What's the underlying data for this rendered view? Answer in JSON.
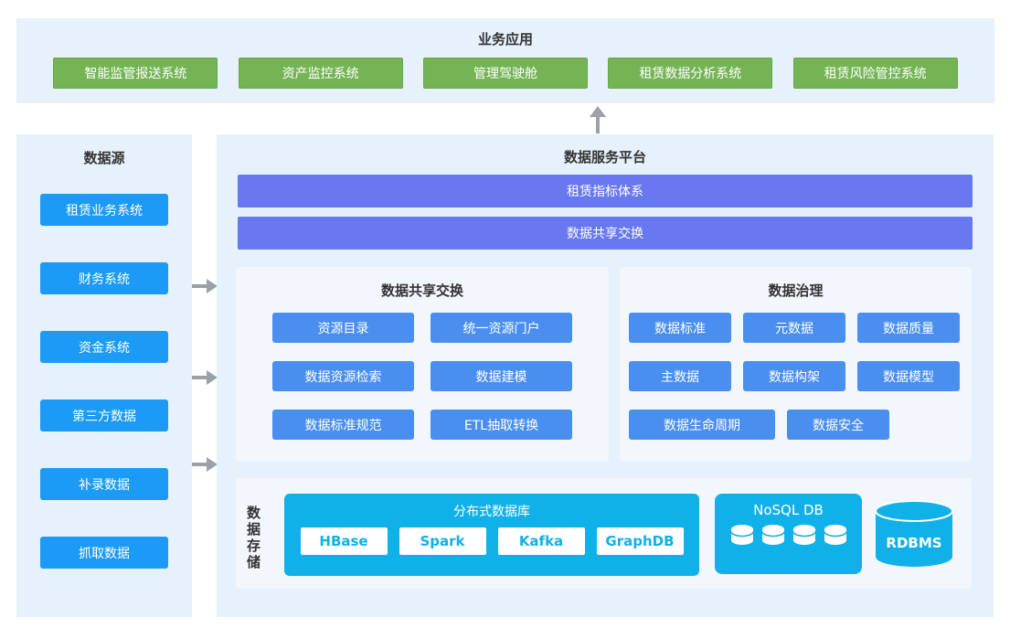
{
  "business_apps": {
    "title": "业务应用",
    "items": [
      "智能监管报送系统",
      "资产监控系统",
      "管理驾驶舱",
      "租赁数据分析系统",
      "租赁风险管控系统"
    ]
  },
  "data_sources": {
    "title": "数据源",
    "items": [
      "租赁业务系统",
      "财务系统",
      "资金系统",
      "第三方数据",
      "补录数据",
      "抓取数据"
    ]
  },
  "platform": {
    "title": "数据服务平台",
    "bars": [
      "租赁指标体系",
      "数据共享交换"
    ],
    "sharing": {
      "title": "数据共享交换",
      "items": [
        "资源目录",
        "统一资源门户",
        "数据资源检索",
        "数据建模",
        "数据标准规范",
        "ETL抽取转换"
      ]
    },
    "governance": {
      "title": "数据治理",
      "rows": [
        [
          "数据标准",
          "元数据",
          "数据质量"
        ],
        [
          "主数据",
          "数据构架",
          "数据模型"
        ],
        [
          "数据生命周期",
          "数据安全"
        ]
      ]
    },
    "storage": {
      "label": "数据存储",
      "distributed": {
        "title": "分布式数据库",
        "items": [
          "HBase",
          "Spark",
          "Kafka",
          "GraphDB"
        ]
      },
      "nosql": {
        "title": "NoSQL DB",
        "cylinder_count": 4
      },
      "rdbms": "RDBMS"
    }
  },
  "icons": {
    "up_arrow": "arrow pointing up from platform to applications",
    "right_arrow": "arrow pointing right from sources to platform",
    "database_cylinder": "database cylinder"
  },
  "colors": {
    "band_bg": "#e6f1fb",
    "panel_bg": "#f2f6fd",
    "green": "#74b455",
    "azure": "#1b9bf6",
    "blue": "#4a8ff0",
    "periwinkle": "#6878f0",
    "cyan": "#10b1e8",
    "arrow_gray": "#9ba1a7",
    "title_text": "#333333"
  }
}
